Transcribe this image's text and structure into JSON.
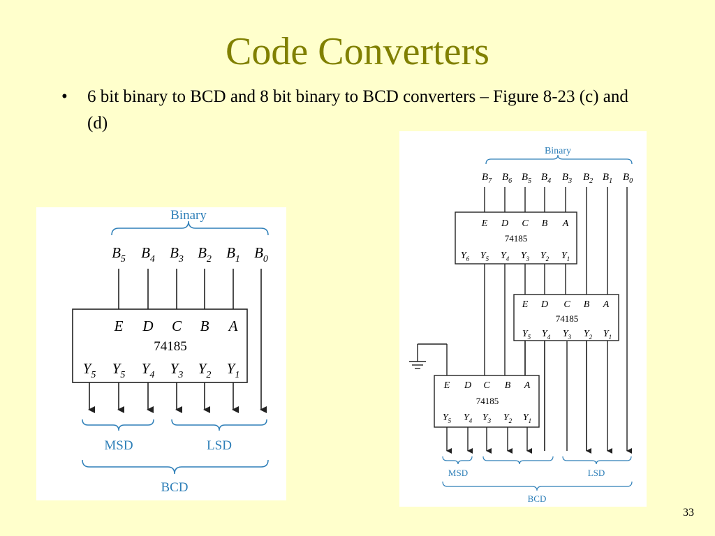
{
  "slide": {
    "title": "Code Converters",
    "bullet": "6 bit binary to BCD and 8 bit binary to BCD converters – Figure 8-23 (c) and (d)",
    "bullet_symbol": "•",
    "page_number": "33"
  },
  "figure_c": {
    "binary_label": "Binary",
    "inputs": [
      {
        "name": "B",
        "sub": "5"
      },
      {
        "name": "B",
        "sub": "4"
      },
      {
        "name": "B",
        "sub": "3"
      },
      {
        "name": "B",
        "sub": "2"
      },
      {
        "name": "B",
        "sub": "1"
      },
      {
        "name": "B",
        "sub": "0"
      }
    ],
    "chip": {
      "part": "74185",
      "top_pins": [
        "E",
        "D",
        "C",
        "B",
        "A"
      ],
      "bottom_pins": [
        {
          "name": "Y",
          "sub": "5"
        },
        {
          "name": "Y",
          "sub": "5"
        },
        {
          "name": "Y",
          "sub": "4"
        },
        {
          "name": "Y",
          "sub": "3"
        },
        {
          "name": "Y",
          "sub": "2"
        },
        {
          "name": "Y",
          "sub": "1"
        }
      ]
    },
    "msd_label": "MSD",
    "lsd_label": "LSD",
    "bcd_label": "BCD"
  },
  "figure_d": {
    "binary_label": "Binary",
    "inputs": [
      {
        "name": "B",
        "sub": "7"
      },
      {
        "name": "B",
        "sub": "6"
      },
      {
        "name": "B",
        "sub": "5"
      },
      {
        "name": "B",
        "sub": "4"
      },
      {
        "name": "B",
        "sub": "3"
      },
      {
        "name": "B",
        "sub": "2"
      },
      {
        "name": "B",
        "sub": "1"
      },
      {
        "name": "B",
        "sub": "0"
      }
    ],
    "chips": [
      {
        "part": "74185",
        "top_pins": [
          "E",
          "D",
          "C",
          "B",
          "A"
        ],
        "bottom_pins": [
          {
            "name": "Y",
            "sub": "6"
          },
          {
            "name": "Y",
            "sub": "5"
          },
          {
            "name": "Y",
            "sub": "4"
          },
          {
            "name": "Y",
            "sub": "3"
          },
          {
            "name": "Y",
            "sub": "2"
          },
          {
            "name": "Y",
            "sub": "1"
          }
        ]
      },
      {
        "part": "74185",
        "top_pins": [
          "E",
          "D",
          "C",
          "B",
          "A"
        ],
        "bottom_pins": [
          {
            "name": "Y",
            "sub": "5"
          },
          {
            "name": "Y",
            "sub": "4"
          },
          {
            "name": "Y",
            "sub": "3"
          },
          {
            "name": "Y",
            "sub": "2"
          },
          {
            "name": "Y",
            "sub": "1"
          }
        ]
      },
      {
        "part": "74185",
        "top_pins": [
          "E",
          "D",
          "C",
          "B",
          "A"
        ],
        "bottom_pins": [
          {
            "name": "Y",
            "sub": "5"
          },
          {
            "name": "Y",
            "sub": "4"
          },
          {
            "name": "Y",
            "sub": "3"
          },
          {
            "name": "Y",
            "sub": "2"
          },
          {
            "name": "Y",
            "sub": "1"
          }
        ]
      }
    ],
    "msd_label": "MSD",
    "lsd_label": "LSD",
    "bcd_label": "BCD"
  },
  "colors": {
    "background": "#FFFFCC",
    "title": "#808000",
    "diagram_label": "#2E7FB8",
    "wire": "#222222"
  }
}
